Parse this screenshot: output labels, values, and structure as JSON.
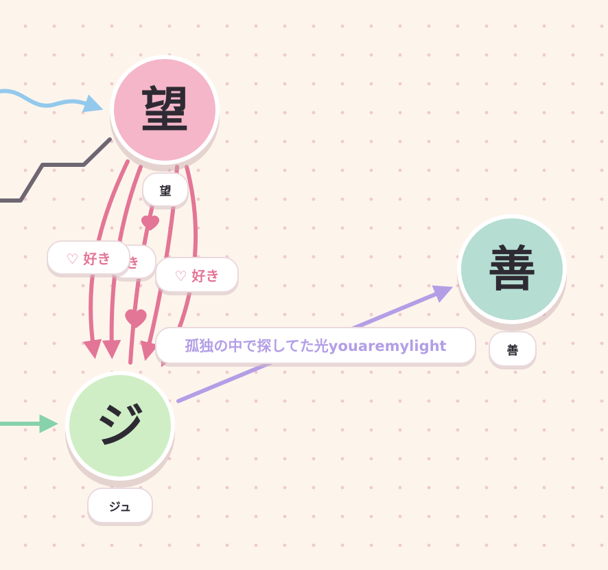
{
  "colors": {
    "background": "#fdf5ec",
    "pink_edge": "#e37596",
    "blue_edge": "#93c9ec",
    "dark_edge": "#6e6670",
    "green_edge": "#86d2aa",
    "purple_edge": "#b39ee6"
  },
  "nodes": {
    "nozomu": {
      "glyph": "望",
      "name": "望",
      "color": "#f4b6c8"
    },
    "ju": {
      "glyph": "ジ",
      "name": "ジュ",
      "color": "#cfeec5"
    },
    "zen": {
      "glyph": "善",
      "name": "善",
      "color": "#b5ddd1"
    }
  },
  "edge_labels": {
    "like_back": "き",
    "like_left": "♡ 好き",
    "like_right": "♡ 好き",
    "light": "孤独の中で探してた光youaremylight"
  }
}
